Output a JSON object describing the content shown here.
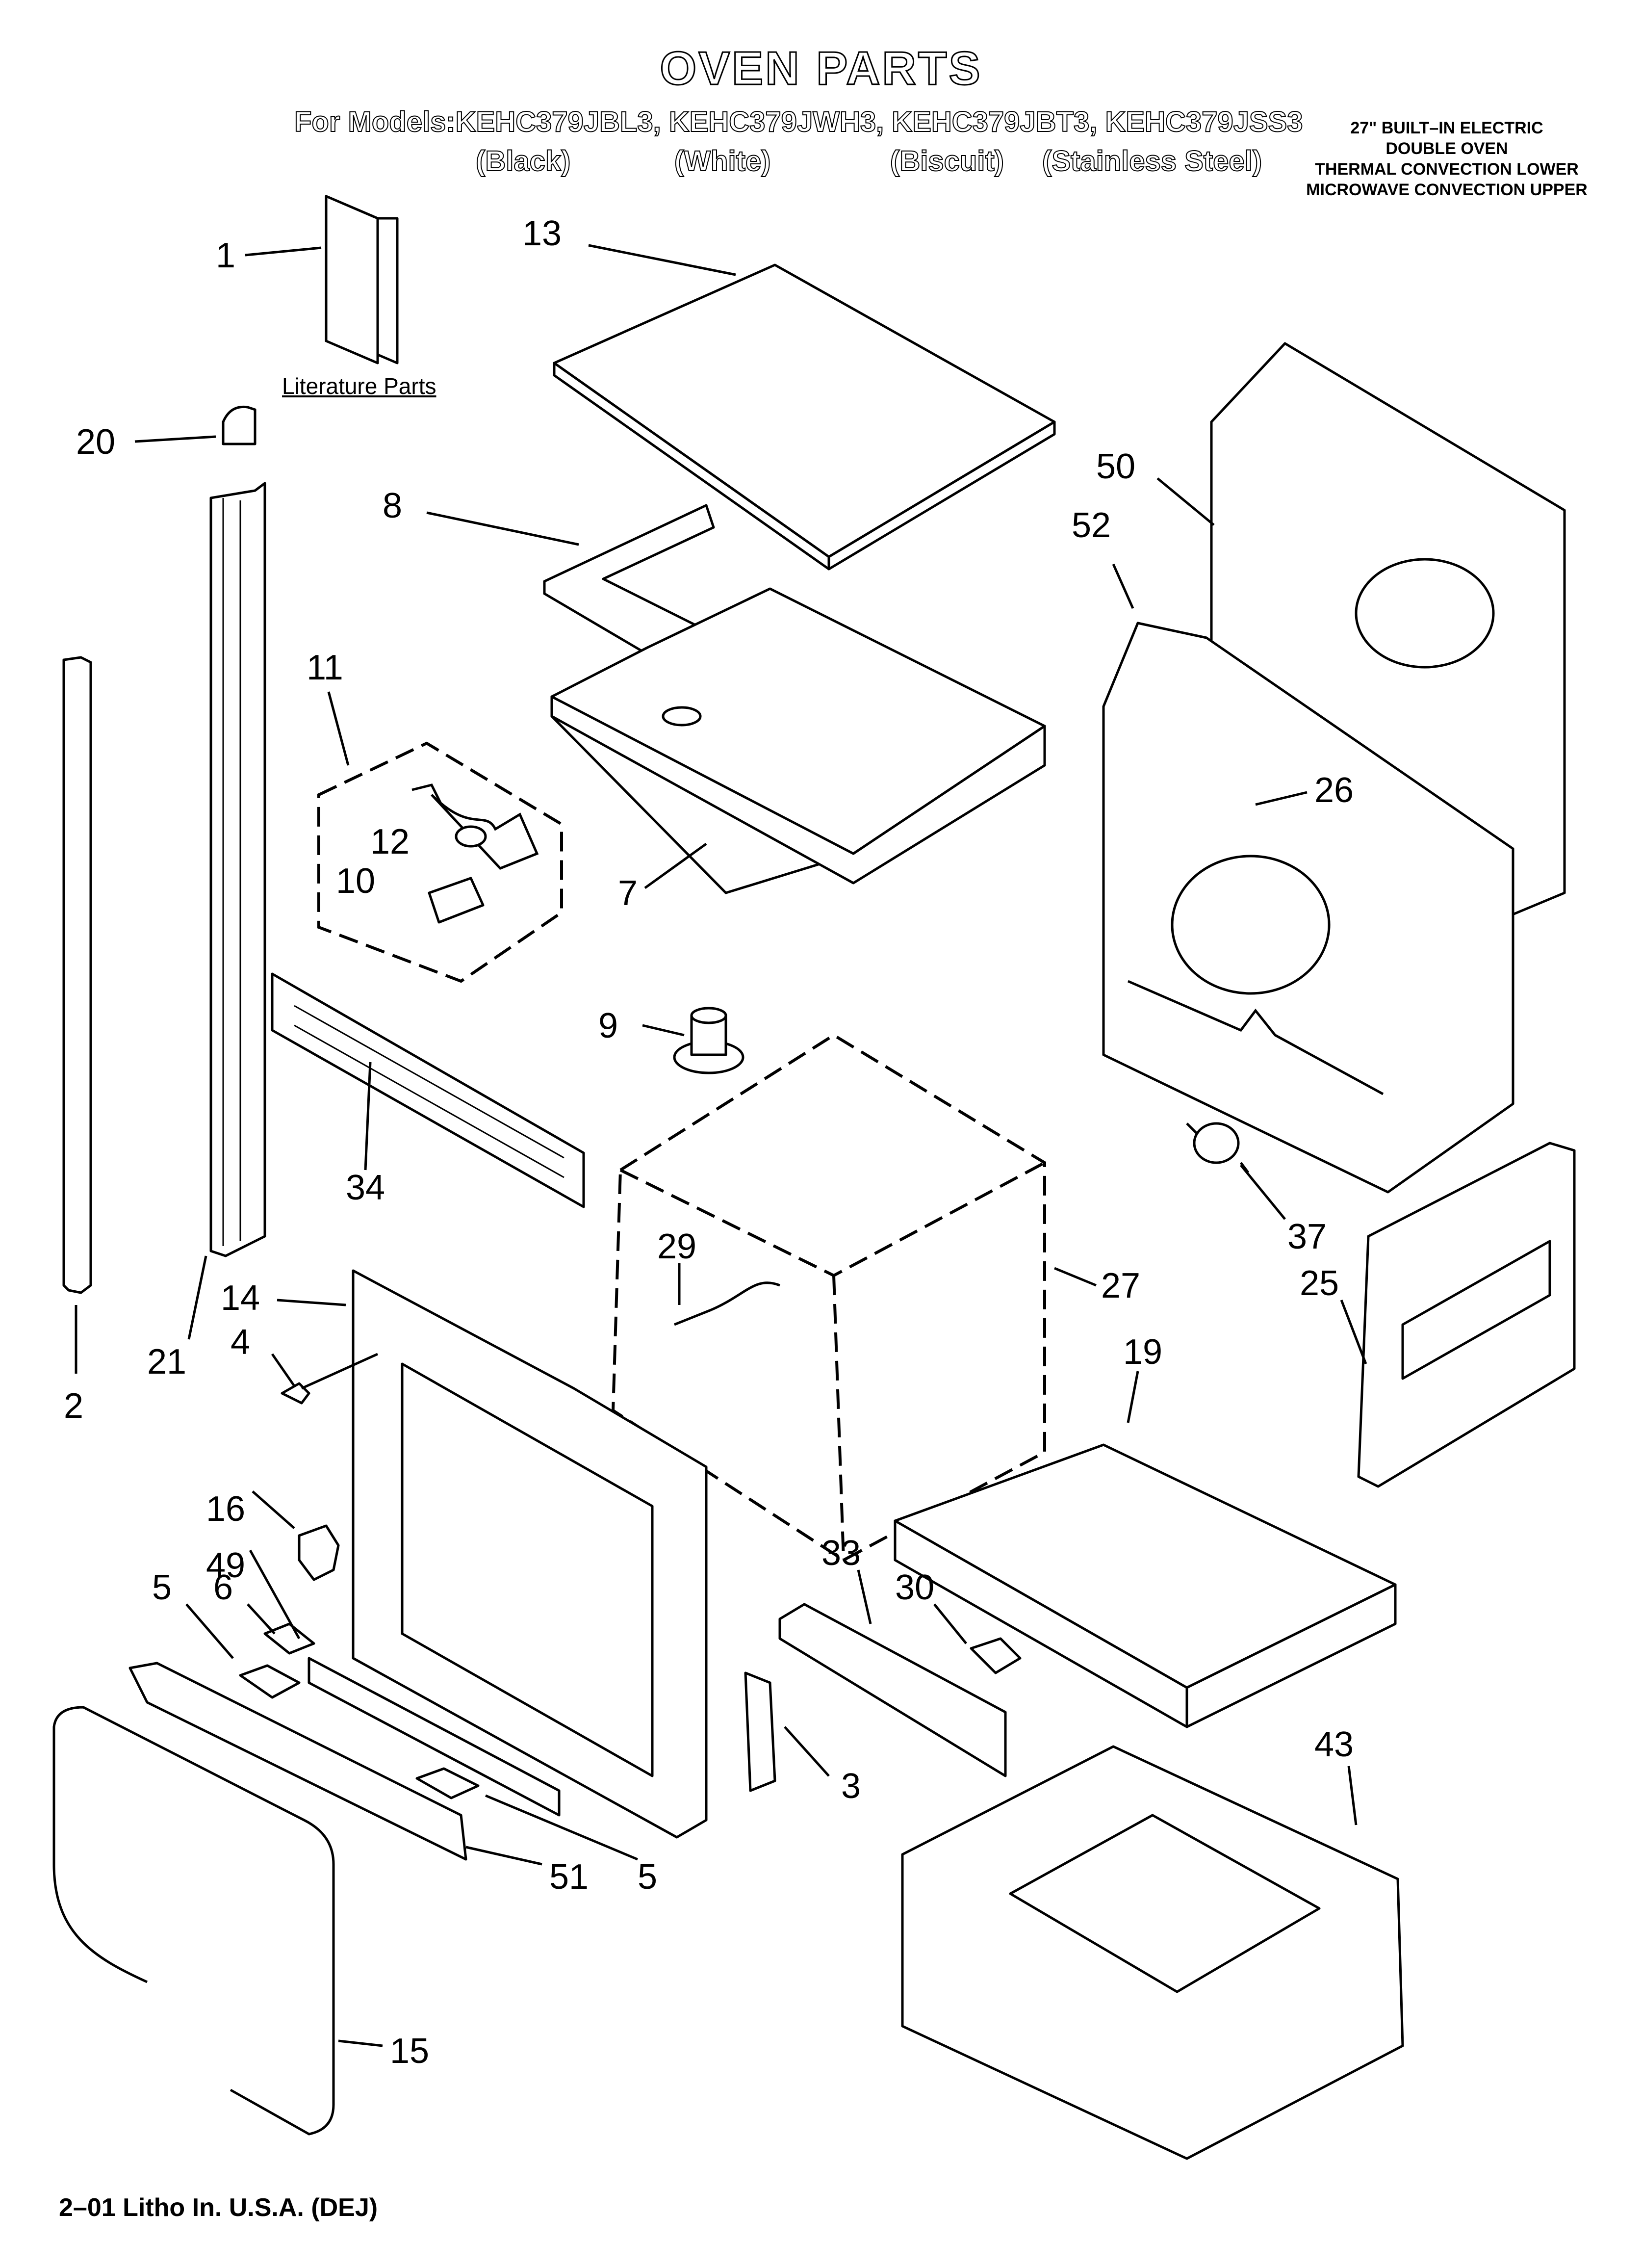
{
  "header": {
    "title": "OVEN PARTS",
    "models": "For Models:KEHC379JBL3, KEHC379JWH3, KEHC379JBT3, KEHC379JSS3",
    "variants": [
      "(Black)",
      "(White)",
      "(Biscuit)",
      "(Stainless Steel)"
    ],
    "spec_lines": [
      "27\" BUILT–IN ELECTRIC",
      "DOUBLE OVEN",
      "THERMAL CONVECTION LOWER",
      "MICROWAVE CONVECTION UPPER"
    ]
  },
  "literature_label": "Literature Parts",
  "footer": "2–01 Litho In. U.S.A. (DEJ)",
  "callouts": [
    "1",
    "13",
    "20",
    "8",
    "50",
    "52",
    "11",
    "12",
    "10",
    "26",
    "9",
    "7",
    "34",
    "37",
    "29",
    "27",
    "25",
    "14",
    "4",
    "21",
    "2",
    "19",
    "16",
    "49",
    "33",
    "30",
    "5",
    "6",
    "3",
    "43",
    "51",
    "5",
    "15"
  ]
}
